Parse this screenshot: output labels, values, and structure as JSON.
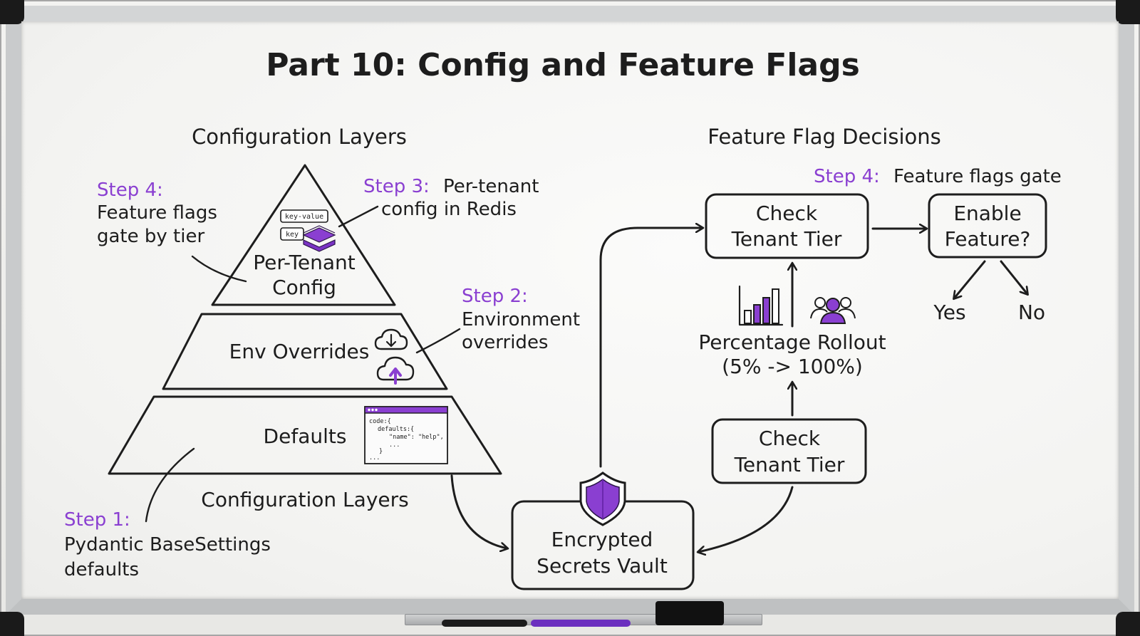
{
  "title": "Part 10: Config and Feature Flags",
  "left_heading": "Configuration Layers",
  "right_heading": "Feature Flag Decisions",
  "bottom_caption": "Configuration Layers",
  "pyramid": {
    "top": {
      "line1": "Per-Tenant",
      "line2": "Config"
    },
    "middle": "Env Overrides",
    "bottom": "Defaults"
  },
  "redis_labels": {
    "key_value": "key-value",
    "key": "key"
  },
  "code_snippet": {
    "line1": "code:{",
    "line2": "defaults:{",
    "line3": "\"name\": \"help\",",
    "line4": "...",
    "line5": "}",
    "line6": "..."
  },
  "steps": {
    "step1": {
      "tag": "Step 1:",
      "line1": "Pydantic BaseSettings",
      "line2": "defaults"
    },
    "step2": {
      "tag": "Step 2:",
      "line1": "Environment",
      "line2": "overrides"
    },
    "step3": {
      "tag": "Step 3:",
      "line1": "Per-tenant",
      "line2": "config in Redis"
    },
    "step4_left": {
      "tag": "Step 4:",
      "line1": "Feature flags",
      "line2": "gate by tier"
    },
    "step4_right": {
      "tag": "Step 4:",
      "text": "Feature flags gate"
    }
  },
  "flow": {
    "check_top": {
      "line1": "Check",
      "line2": "Tenant Tier"
    },
    "enable": {
      "line1": "Enable",
      "line2": "Feature?"
    },
    "yes": "Yes",
    "no": "No",
    "rollout": {
      "line1": "Percentage Rollout",
      "line2": "(5% -> 100%)"
    },
    "check_bottom": {
      "line1": "Check",
      "line2": "Tenant Tier"
    },
    "vault": {
      "line1": "Encrypted",
      "line2": "Secrets Vault"
    }
  },
  "colors": {
    "accent": "#8a3fd1",
    "ink": "#1d1d1d"
  }
}
